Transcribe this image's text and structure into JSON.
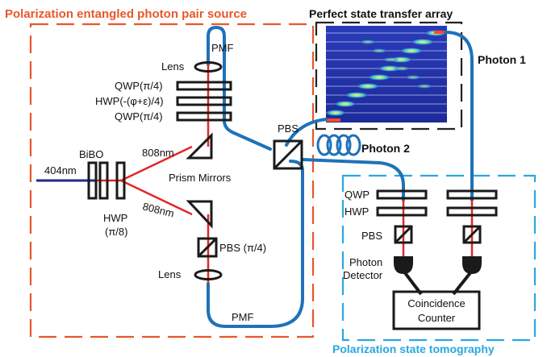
{
  "sections": {
    "source_title": "Polarization entangled photon pair source",
    "array_title": "Perfect state transfer array",
    "tomography_title": "Polarization state tomography"
  },
  "labels": {
    "photon1": "Photon 1",
    "photon2": "Photon 2",
    "pmf_top": "PMF",
    "pmf_bottom": "PMF",
    "lens_top": "Lens",
    "lens_bottom": "Lens",
    "qwp_a": "QWP(π/4)",
    "hwp_a": "HWP(-(φ+ε)/4)",
    "qwp_b": "QWP(π/4)",
    "bibo": "BiBO",
    "pump": "404nm",
    "wl_upper": "808nm",
    "wl_lower": "808nm",
    "prism": "Prism Mirrors",
    "hwp_pump": "HWP",
    "hwp_pump_angle": "(π/8)",
    "pbs_source": "PBS (π/4)",
    "pbs_main": "PBS",
    "tom_qwp": "QWP",
    "tom_hwp": "HWP",
    "tom_pbs": "PBS",
    "detector_line1": "Photon",
    "detector_line2": "Detector",
    "counter_line1": "Coincidence",
    "counter_line2": "Counter"
  },
  "colors": {
    "source_frame": "#e8572a",
    "array_frame": "#222222",
    "tomography_frame": "#29a8e0",
    "fiber": "#1f72b8",
    "beam": "#e02828",
    "pump": "#1f2a8a",
    "component": "#1a1a1a"
  }
}
